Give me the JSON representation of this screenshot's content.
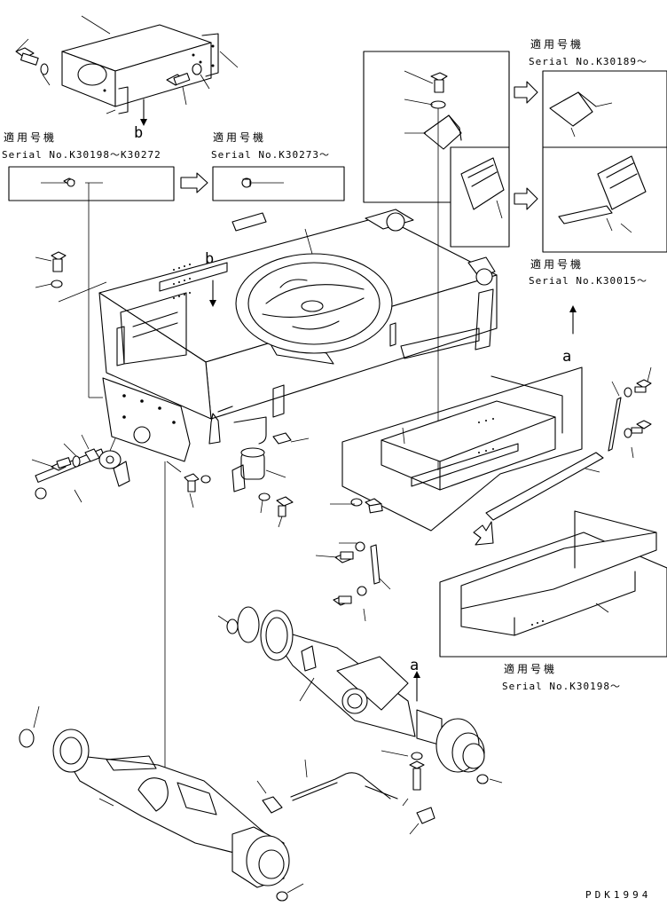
{
  "diagram": {
    "applicability_blocks": [
      {
        "id": "a1",
        "title": "適用号機",
        "serial": "Serial No.K30198～K30272"
      },
      {
        "id": "a2",
        "title": "適用号機",
        "serial": "Serial No.K30273～"
      },
      {
        "id": "a3",
        "title": "適用号機",
        "serial": "Serial No.K30189～"
      },
      {
        "id": "a4",
        "title": "適用号機",
        "serial": "Serial No.K30015～"
      },
      {
        "id": "a5",
        "title": "適用号機",
        "serial": "Serial No.K30198～"
      }
    ],
    "reference_letters": {
      "b_top": "b",
      "b_frame": "b",
      "a_right": "a",
      "a_axle": "a"
    },
    "page_code": "PDK1994"
  }
}
